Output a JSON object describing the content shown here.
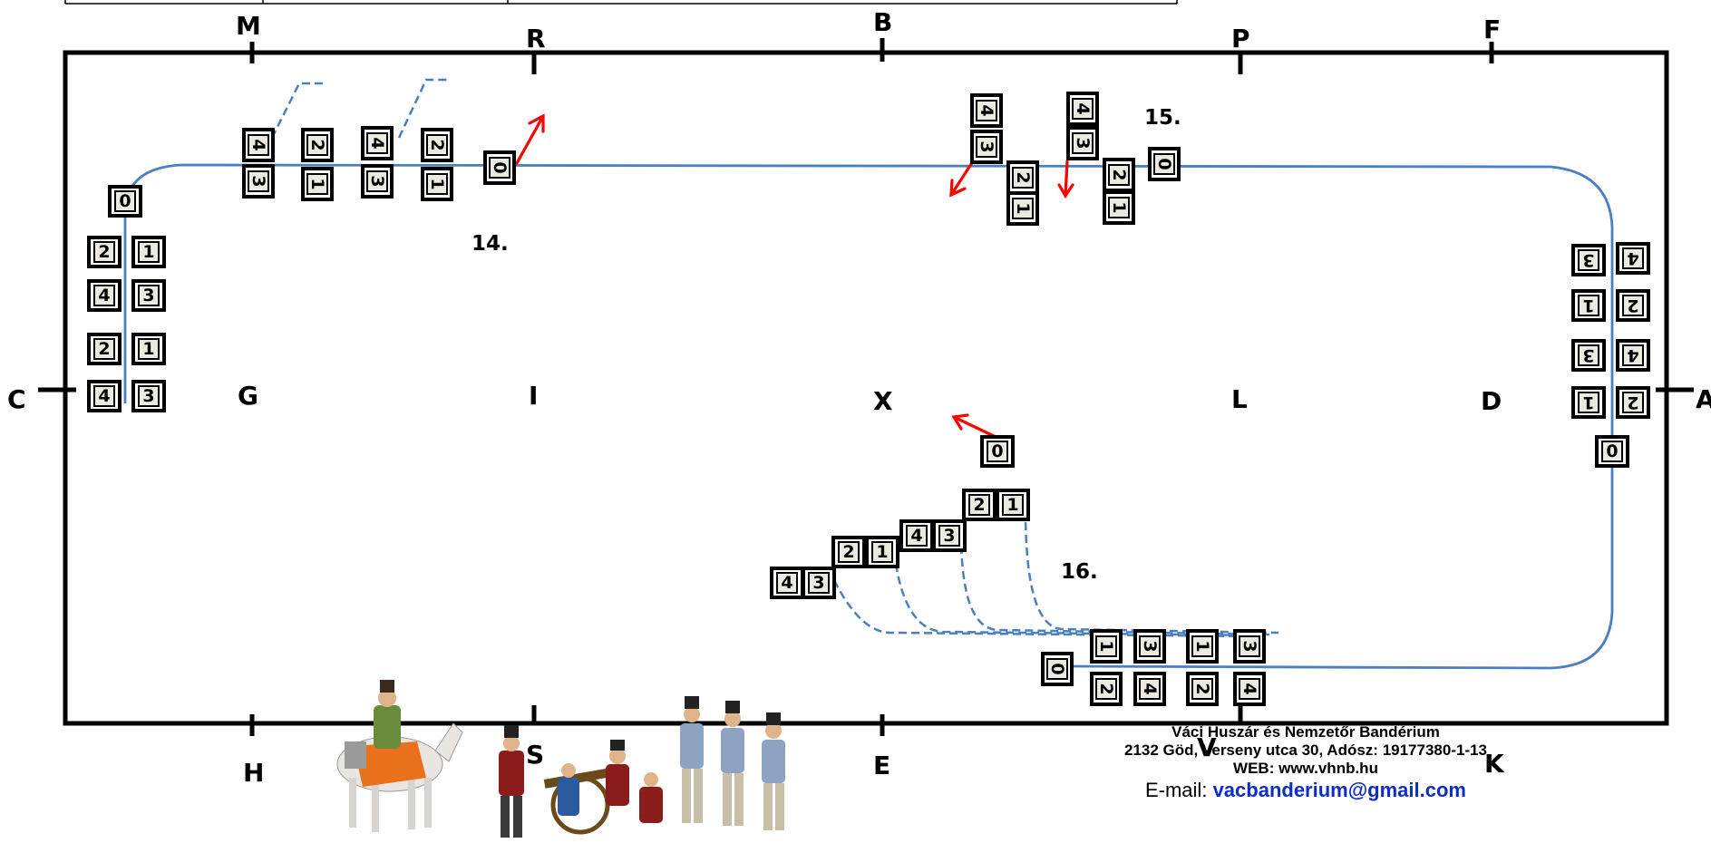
{
  "markers": {
    "M": "M",
    "R": "R",
    "B": "B",
    "P": "P",
    "F": "F",
    "C": "C",
    "G": "G",
    "I": "I",
    "X": "X",
    "L": "L",
    "D": "D",
    "A": "A",
    "H": "H",
    "S": "S",
    "E": "E",
    "V": "V",
    "K": "K"
  },
  "movements": {
    "m14": "14.",
    "m15": "15.",
    "m16": "16."
  },
  "footer": {
    "line1": "Váci Huszár és Nemzetőr Bandérium",
    "line2": "2132 Göd, Verseny utca 30, Adósz: 19177380-1-13",
    "line3": "WEB: www.vhnb.hu",
    "email_label": "E-mail:",
    "email": "vacbanderium@gmail.com"
  },
  "colors": {
    "track": "#4a7fc1",
    "arrow": "#ff0000",
    "box_fill": "#eceae0",
    "border": "#000000"
  },
  "illustration": "hussar-cavalry-and-infantry-figures"
}
